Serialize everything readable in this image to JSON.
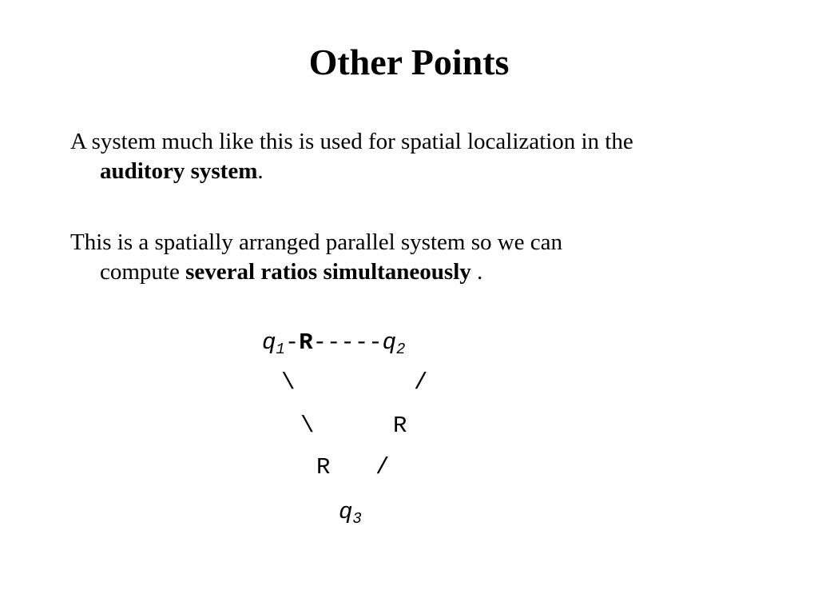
{
  "slide": {
    "title": "Other Points",
    "paragraphs": [
      {
        "line1": "A system much like this is used for spatial localization in the",
        "line2_bold": "auditory system",
        "line2_tail": "."
      },
      {
        "line1": "This is a spatially arranged parallel system so we can",
        "line2_prefix": "compute ",
        "line2_bold": "several ratios simultaneously",
        "line2_tail": " ."
      }
    ],
    "diagram": {
      "node_letter": "q",
      "node1_sub": "1",
      "node2_sub": "2",
      "node3_sub": "3",
      "receptor": "R",
      "dash_short": "-",
      "dash_long": "-----",
      "backslash": "\\",
      "slash": "/"
    }
  }
}
